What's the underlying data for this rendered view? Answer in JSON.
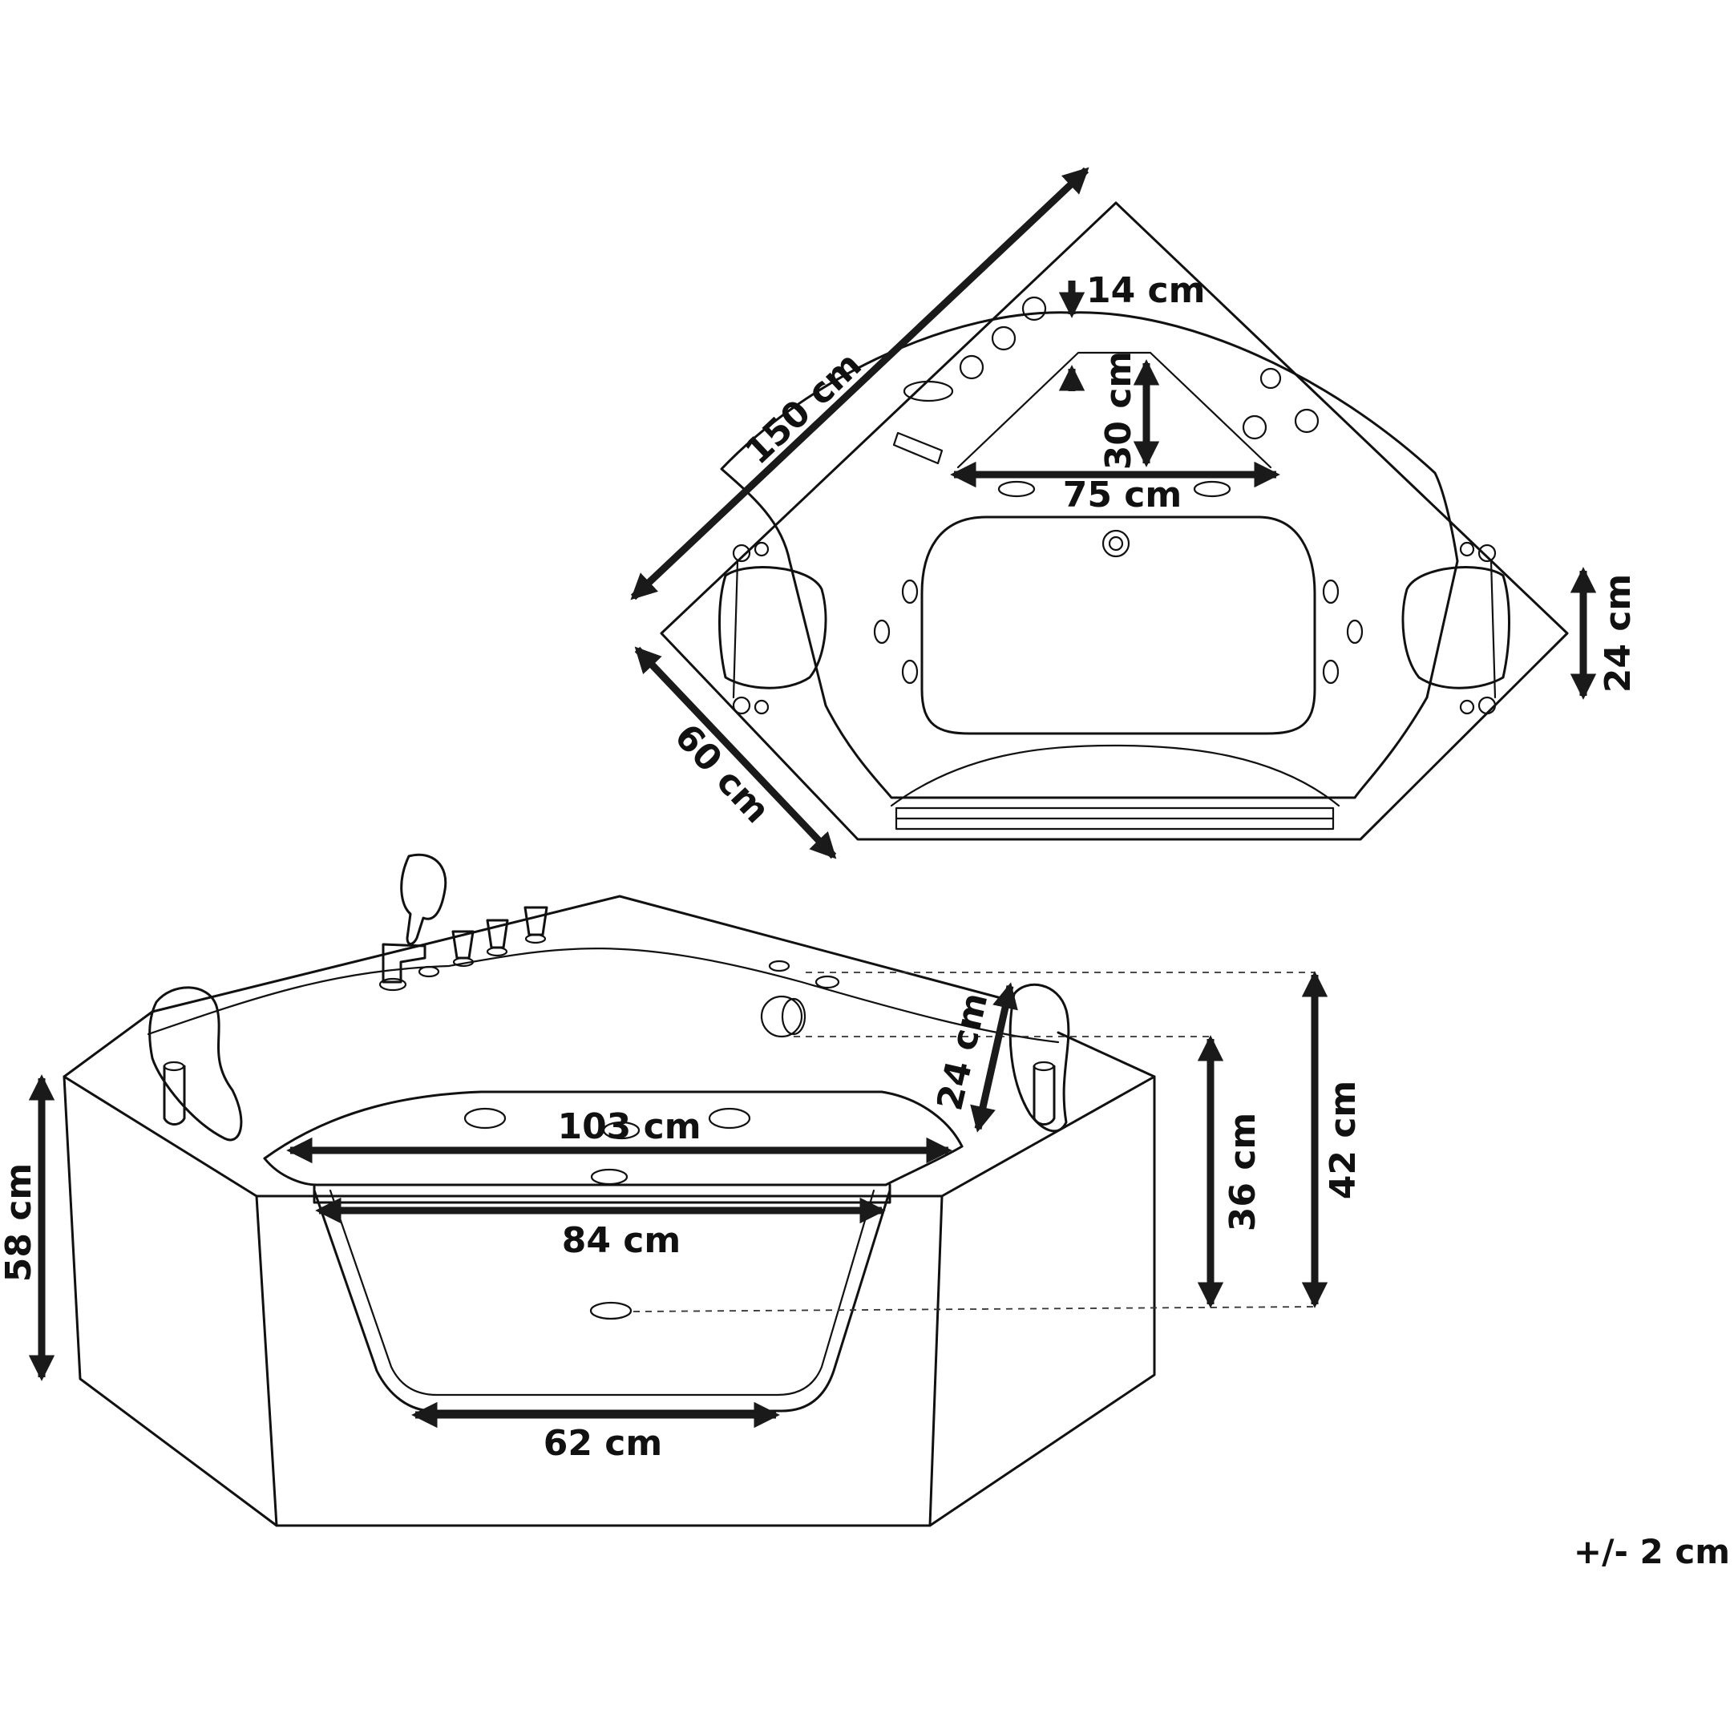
{
  "top_view": {
    "dim_length": "150 cm",
    "dim_side": "60 cm",
    "dim_rim": "14 cm",
    "dim_seat_depth": "30 cm",
    "dim_seat_width": "75 cm",
    "dim_headrest": "24 cm"
  },
  "front_view": {
    "dim_height": "58 cm",
    "dim_inner_width": "103 cm",
    "dim_panel_top": "84 cm",
    "dim_panel_bottom": "62 cm",
    "dim_headrest": "24 cm",
    "dim_depth_36": "36 cm",
    "dim_depth_42": "42 cm"
  },
  "tolerance": "+/- 2 cm"
}
